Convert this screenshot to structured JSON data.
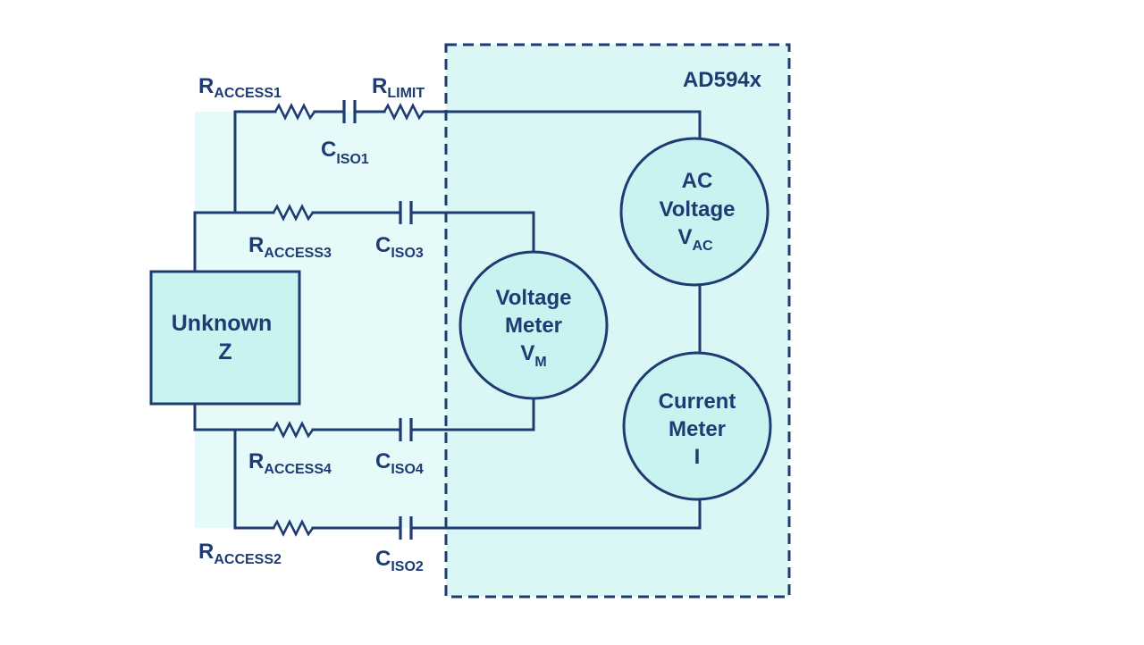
{
  "block": {
    "name": "AD594x"
  },
  "unknown": {
    "line1": "Unknown",
    "line2": "Z"
  },
  "voltage_meter": {
    "line1": "Voltage",
    "line2": "Meter",
    "symbol": "V",
    "sub": "M"
  },
  "ac_voltage": {
    "line1": "AC",
    "line2": "Voltage",
    "symbol": "V",
    "sub": "AC"
  },
  "current_meter": {
    "line1": "Current",
    "line2": "Meter",
    "symbol": "I"
  },
  "labels": {
    "r_access1": {
      "main": "R",
      "sub": "ACCESS1"
    },
    "r_limit": {
      "main": "R",
      "sub": "LIMIT"
    },
    "c_iso1": {
      "main": "C",
      "sub": "ISO1"
    },
    "r_access3": {
      "main": "R",
      "sub": "ACCESS3"
    },
    "c_iso3": {
      "main": "C",
      "sub": "ISO3"
    },
    "r_access4": {
      "main": "R",
      "sub": "ACCESS4"
    },
    "c_iso4": {
      "main": "C",
      "sub": "ISO4"
    },
    "r_access2": {
      "main": "R",
      "sub": "ACCESS2"
    },
    "c_iso2": {
      "main": "C",
      "sub": "ISO2"
    }
  },
  "colors": {
    "line": "#1f3b73",
    "fill_dark": "#c9f3f1",
    "fill_light": "#e6fbf9"
  }
}
